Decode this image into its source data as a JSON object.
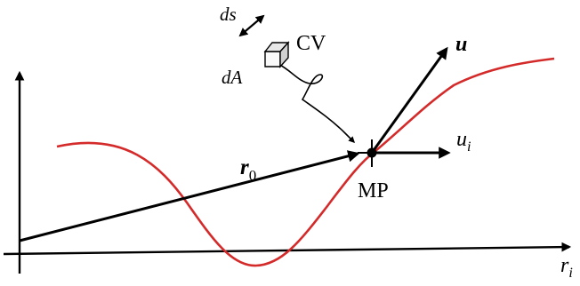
{
  "labels": {
    "ds": "ds",
    "cv": "CV",
    "dA": "dA",
    "u_vec": "u",
    "u_i_base": "u",
    "u_i_sub": "i",
    "r0_base": "r",
    "r0_sub": "0",
    "mp": "MP",
    "r_i_base": "r",
    "r_i_sub": "i"
  },
  "colors": {
    "curve": "#d42a2a",
    "ink": "#000000"
  }
}
